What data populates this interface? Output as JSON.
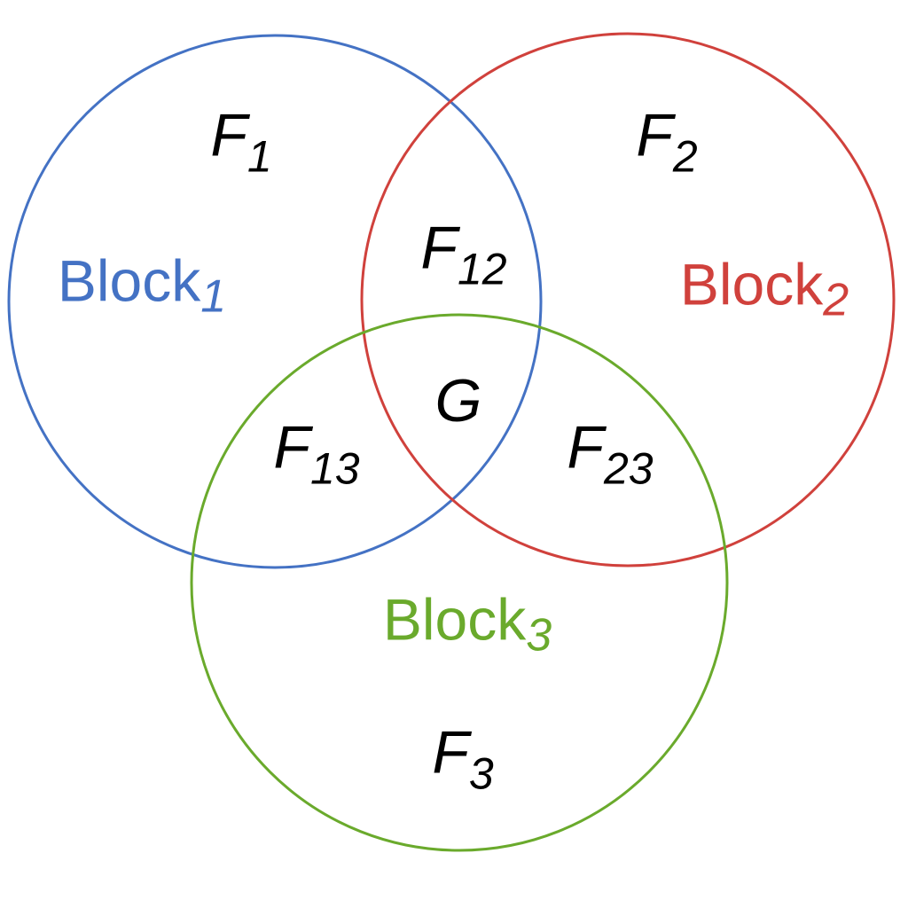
{
  "colors": {
    "block1": "#4472C4",
    "block2": "#D0413C",
    "block3": "#6AAA2C",
    "text": "#000000",
    "background": "#FFFFFF"
  },
  "sets": [
    {
      "id": "block1",
      "name": "Block",
      "subscript": "1"
    },
    {
      "id": "block2",
      "name": "Block",
      "subscript": "2"
    },
    {
      "id": "block3",
      "name": "Block",
      "subscript": "3"
    }
  ],
  "regions": {
    "f1": {
      "symbol": "F",
      "subscript": "1"
    },
    "f2": {
      "symbol": "F",
      "subscript": "2"
    },
    "f3": {
      "symbol": "F",
      "subscript": "3"
    },
    "f12": {
      "symbol": "F",
      "subscript": "12"
    },
    "f13": {
      "symbol": "F",
      "subscript": "13"
    },
    "f23": {
      "symbol": "F",
      "subscript": "23"
    },
    "g": {
      "symbol": "G",
      "subscript": ""
    }
  }
}
